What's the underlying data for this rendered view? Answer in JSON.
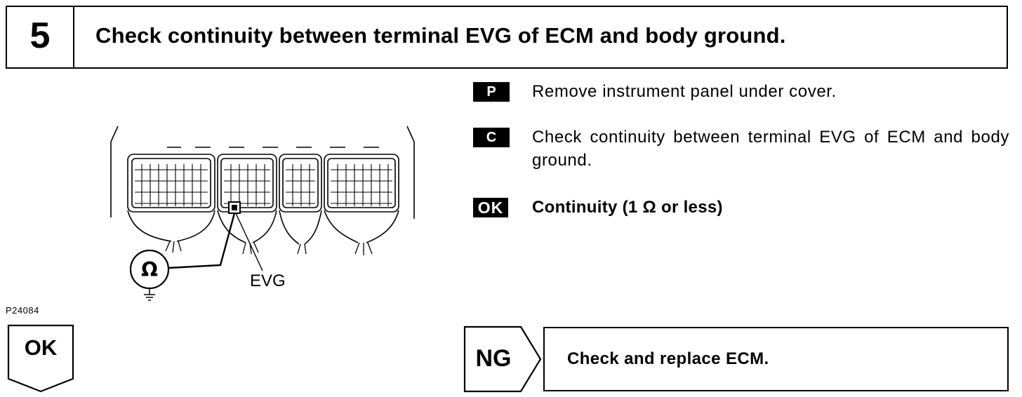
{
  "step": {
    "number": "5",
    "title": "Check continuity between terminal EVG of ECM and body ground."
  },
  "diagram": {
    "terminal_label": "EVG",
    "meter_symbol": "Ω",
    "figure_id": "P24084"
  },
  "instructions": [
    {
      "badge": "P",
      "text": "Remove instrument panel under cover."
    },
    {
      "badge": "C",
      "text": "Check continuity between terminal EVG of ECM and body ground."
    },
    {
      "badge": "OK",
      "text": "Continuity (1 Ω or less)"
    }
  ],
  "outcomes": {
    "ok_label": "OK",
    "ng_label": "NG",
    "ng_action": "Check and replace ECM."
  }
}
